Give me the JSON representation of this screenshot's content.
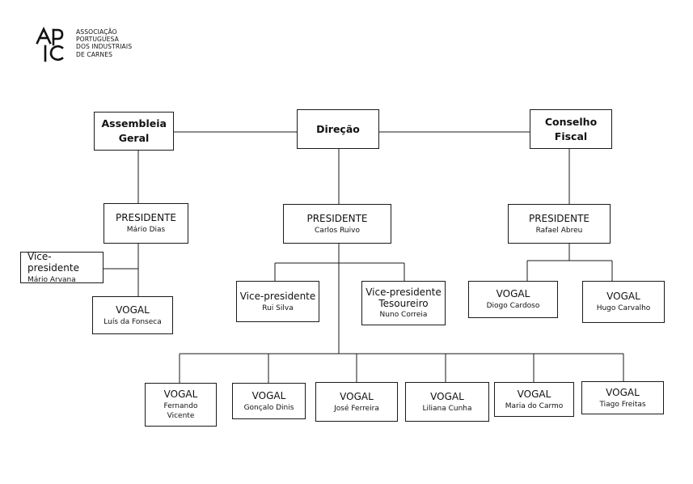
{
  "logo": {
    "line1": "ASSOCIAÇÃO",
    "line2": "PORTUGUESA",
    "line3": "DOS INDUSTRIAIS",
    "line4": "DE CARNES",
    "mark_letters": "APIC"
  },
  "assembleia": {
    "title": "Assembleia Geral",
    "presidente": {
      "role": "PRESIDENTE",
      "name": "Mário Dias"
    },
    "vice": {
      "role": "Vice-presidente",
      "name": "Mário Arvana"
    },
    "vogal": {
      "role": "VOGAL",
      "name": "Luís da Fonseca"
    }
  },
  "direcao": {
    "title": "Direção",
    "presidente": {
      "role": "PRESIDENTE",
      "name": "Carlos Ruivo"
    },
    "vice1": {
      "role": "Vice-presidente",
      "name": "Rui Silva"
    },
    "vice2": {
      "role": "Vice-presidente",
      "role2": "Tesoureiro",
      "name": "Nuno Correia"
    },
    "vogais": [
      {
        "role": "VOGAL",
        "name": "Fernando Vicente"
      },
      {
        "role": "VOGAL",
        "name": "Gonçalo Dinis"
      },
      {
        "role": "VOGAL",
        "name": "José Ferreira"
      },
      {
        "role": "VOGAL",
        "name": "Liliana Cunha"
      },
      {
        "role": "VOGAL",
        "name": "Maria do Carmo"
      },
      {
        "role": "VOGAL",
        "name": "Tiago Freitas"
      }
    ]
  },
  "conselho": {
    "title": "Conselho Fiscal",
    "presidente": {
      "role": "PRESIDENTE",
      "name": "Rafael Abreu"
    },
    "vogais": [
      {
        "role": "VOGAL",
        "name": "Diogo Cardoso"
      },
      {
        "role": "VOGAL",
        "name": "Hugo Carvalho"
      }
    ]
  }
}
